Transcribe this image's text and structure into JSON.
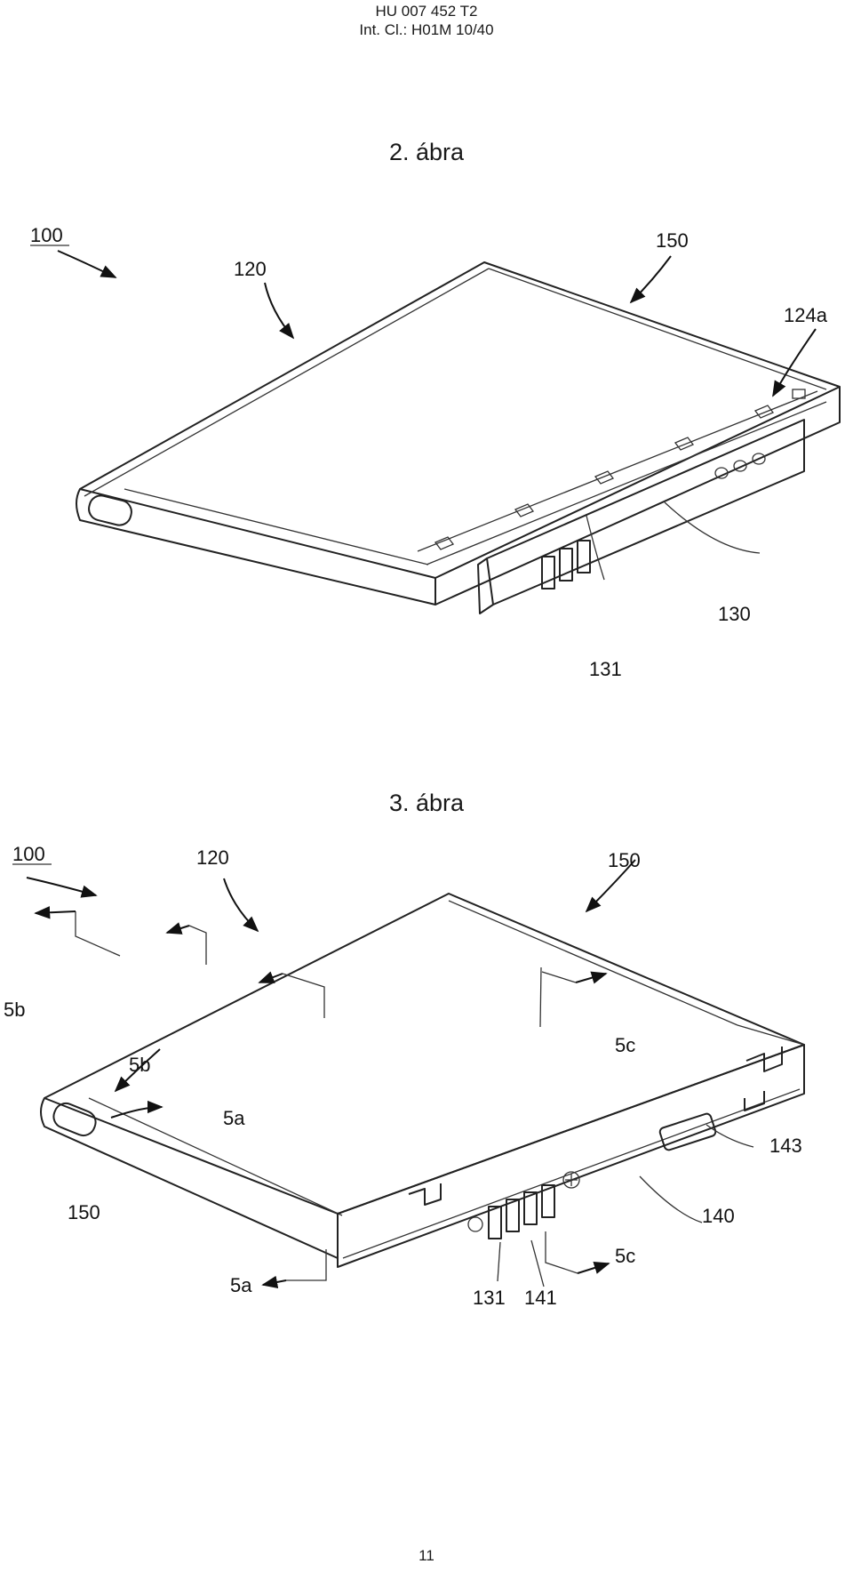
{
  "header": {
    "doc_number": "HU 007 452 T2",
    "classification": "Int. Cl.: H01M 10/40"
  },
  "figure2": {
    "title": "2. ábra",
    "labels": {
      "ref_100": "100",
      "ref_120": "120",
      "ref_150": "150",
      "ref_124a": "124a",
      "ref_130": "130",
      "ref_131": "131"
    }
  },
  "figure3": {
    "title": "3. ábra",
    "labels": {
      "ref_100": "100",
      "ref_120": "120",
      "ref_150_top": "150",
      "ref_150_left": "150",
      "ref_5b_outer": "5b",
      "ref_5b_inner": "5b",
      "ref_5a_top": "5a",
      "ref_5a_bottom": "5a",
      "ref_5c_top": "5c",
      "ref_5c_bottom": "5c",
      "ref_143": "143",
      "ref_140": "140",
      "ref_131": "131",
      "ref_141": "141"
    }
  },
  "footer": {
    "page_number": "11"
  }
}
